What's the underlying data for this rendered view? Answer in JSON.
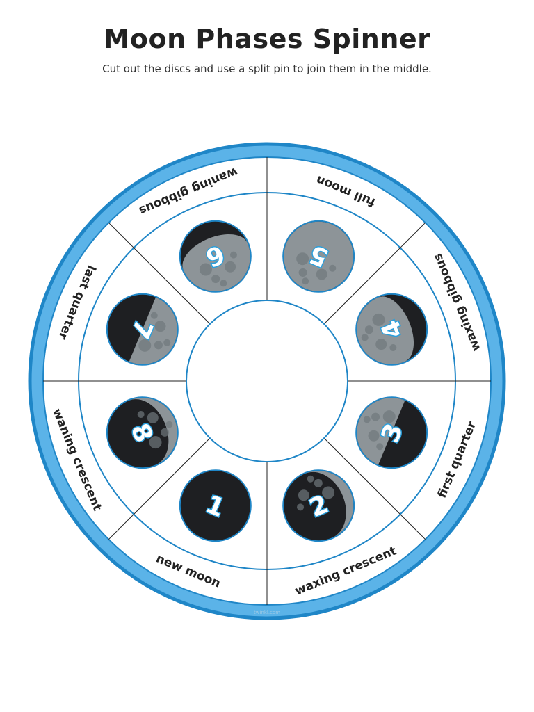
{
  "header": {
    "title": "Moon Phases Spinner",
    "subtitle": "Cut out the discs and use a split pin to join them in the middle."
  },
  "colors": {
    "ring_outer": "#1f86c7",
    "ring_fill": "#5bb3e8",
    "lines": "#1f86c7",
    "divider": "#222222",
    "moon_dark": "#1e1f22",
    "moon_light": "#8d9498",
    "moon_outline": "#1f86c7"
  },
  "phases": [
    {
      "number": "1",
      "label": "new moon",
      "lit": "none"
    },
    {
      "number": "2",
      "label": "waxing crescent",
      "lit": "right-crescent"
    },
    {
      "number": "3",
      "label": "first quarter",
      "lit": "half"
    },
    {
      "number": "4",
      "label": "waxing gibbous",
      "lit": "gibbous"
    },
    {
      "number": "5",
      "label": "full moon",
      "lit": "full"
    },
    {
      "number": "6",
      "label": "waning gibbous",
      "lit": "gibbous"
    },
    {
      "number": "7",
      "label": "last quarter",
      "lit": "half"
    },
    {
      "number": "8",
      "label": "waning crescent",
      "lit": "crescent"
    }
  ],
  "footer_mark": "twinkl.com"
}
